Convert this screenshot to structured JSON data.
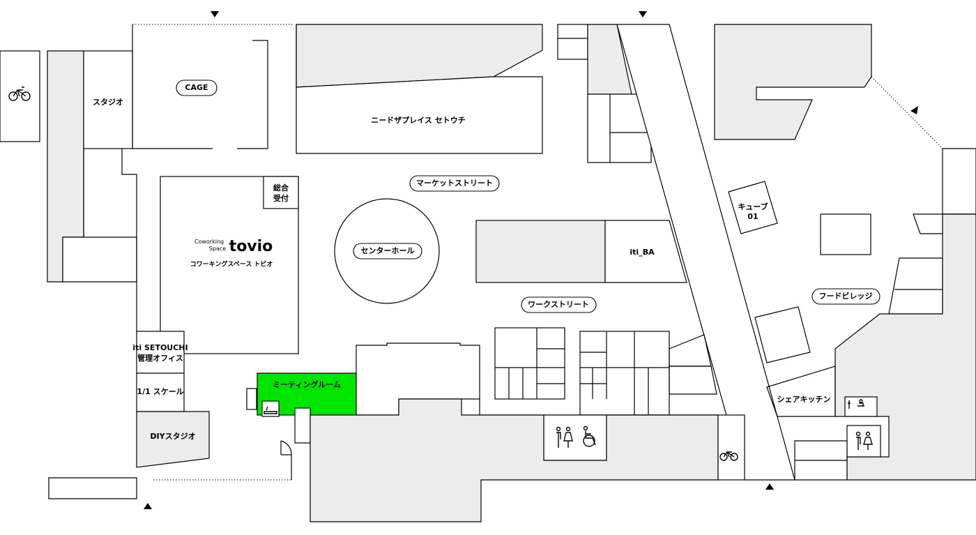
{
  "map": {
    "labels": {
      "studio": "スタジオ",
      "cage": "CAGE",
      "need_the_place": "ニードザプレイス セトウチ",
      "market_street": "マーケットストリート",
      "reception_line1": "総合",
      "reception_line2": "受付",
      "coworking_small_line1": "Coworking",
      "coworking_small_line2": "Space",
      "coworking_logo": "tovio",
      "coworking_kana": "コワーキングスペース トビオ",
      "center_hall": "センターホール",
      "iti_ba": "iti_BA",
      "cube_line1": "キューブ",
      "cube_line2": "01",
      "food_village": "フードビレッジ",
      "work_street": "ワークストリート",
      "office_line1": "iti SETOUCHI",
      "office_line2": "管理オフィス",
      "scale_11": "1/1 スケール",
      "diy_studio": "DIYスタジオ",
      "meeting_room": "ミーティングルーム",
      "share_kitchen": "シェアキッチン"
    },
    "highlight_color": "#00e600",
    "grey_color": "#ececec",
    "icons": [
      "bicycle-icon",
      "restroom-icon",
      "wheelchair-icon",
      "elevator-icon",
      "smoking-icon",
      "entrance-arrow-icon",
      "baby-care-icon"
    ]
  }
}
